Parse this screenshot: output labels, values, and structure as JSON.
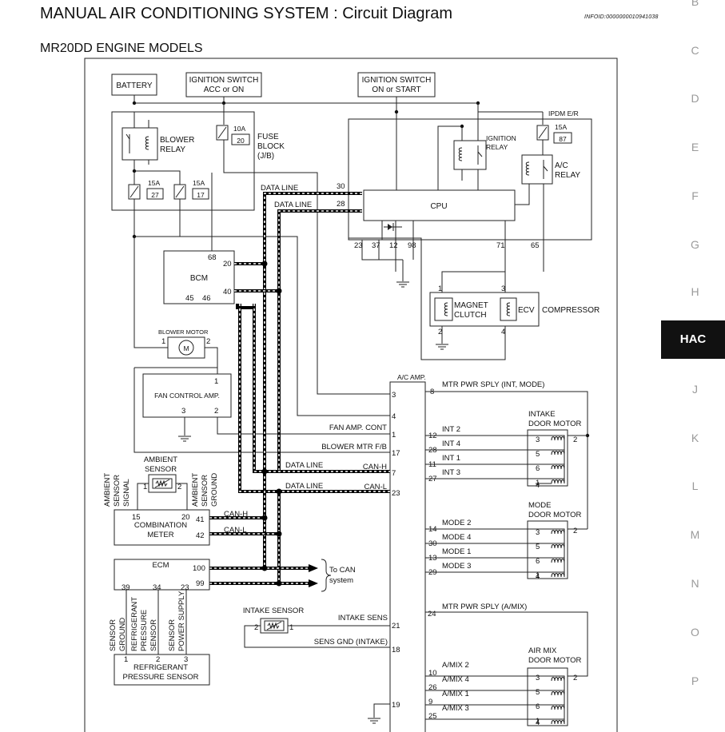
{
  "header": {
    "title": "MANUAL AIR CONDITIONING SYSTEM : Circuit Diagram",
    "infoid": "INFOID:0000000010941038",
    "subtitle": "MR20DD ENGINE MODELS"
  },
  "section_index": [
    {
      "label": "B"
    },
    {
      "label": "C"
    },
    {
      "label": "D"
    },
    {
      "label": "E"
    },
    {
      "label": "F"
    },
    {
      "label": "G"
    },
    {
      "label": "H"
    },
    {
      "label": "HAC"
    },
    {
      "label": "J"
    },
    {
      "label": "K"
    },
    {
      "label": "L"
    },
    {
      "label": "M"
    },
    {
      "label": "N"
    },
    {
      "label": "O"
    },
    {
      "label": "P"
    }
  ],
  "active_section": "HAC",
  "diagram": {
    "battery": "BATTERY",
    "ign_acc_1": "IGNITION SWITCH",
    "ign_acc_2": "ACC or ON",
    "ign_start_1": "IGNITION SWITCH",
    "ign_start_2": "ON or START",
    "blower_relay_1": "BLOWER",
    "blower_relay_2": "RELAY",
    "fuse_10a": "10A",
    "fuse_20": "20",
    "fuse_block_1": "FUSE",
    "fuse_block_2": "BLOCK",
    "fuse_block_3": "(J/B)",
    "fuse_15a_a": "15A",
    "fuse_27": "27",
    "fuse_15a_b": "15A",
    "fuse_17": "17",
    "ipdm": "IPDM E/R",
    "fuse_15a_c": "15A",
    "fuse_87": "87",
    "ign_relay_1": "IGNITION",
    "ign_relay_2": "RELAY",
    "ac_relay_1": "A/C",
    "ac_relay_2": "RELAY",
    "cpu": "CPU",
    "data_line_1": "DATA LINE",
    "data_line_2": "DATA LINE",
    "pin_30": "30",
    "pin_28": "28",
    "ipdm_pins": [
      "23",
      "37",
      "12",
      "98",
      "71",
      "65"
    ],
    "bcm": "BCM",
    "bcm_pin_68": "68",
    "bcm_pin_20": "20",
    "bcm_pin_40": "40",
    "bcm_pin_45": "45",
    "bcm_pin_46": "46",
    "magnet_1": "MAGNET",
    "magnet_2": "CLUTCH",
    "ecv": "ECV",
    "compressor": "COMPRESSOR",
    "comp_pin_1": "1",
    "comp_pin_3": "3",
    "comp_pin_2": "2",
    "comp_pin_4": "4",
    "blower_motor": "BLOWER MOTOR",
    "bm_pin_1": "1",
    "bm_pin_2": "2",
    "fan_amp": "FAN CONTROL AMP.",
    "fan_pin_1": "1",
    "fan_pin_3": "3",
    "fan_pin_2": "2",
    "ac_amp": "A/C AMP.",
    "amp_left": [
      {
        "label": "",
        "pin": "3"
      },
      {
        "label": "",
        "pin": "4"
      },
      {
        "label": "FAN AMP. CONT",
        "pin": "1"
      },
      {
        "label": "BLOWER MTR F/B",
        "pin": "17"
      },
      {
        "label": "CAN-H",
        "pin": "7"
      },
      {
        "label": "CAN-L",
        "pin": "23"
      }
    ],
    "data_line_h": "DATA LINE",
    "data_line_l": "DATA LINE",
    "mtr_pwr": "MTR PWR SPLY (INT, MODE)",
    "mtr_pwr_pin": "8",
    "intake_door_1": "INTAKE",
    "intake_door_2": "DOOR MOTOR",
    "int_rows": [
      {
        "label": "INT 2",
        "pin": "12",
        "mpin": "3"
      },
      {
        "label": "INT 4",
        "pin": "28",
        "mpin": "5"
      },
      {
        "label": "INT 1",
        "pin": "11",
        "mpin": "6"
      },
      {
        "label": "INT 3",
        "pin": "27",
        "mpin": "1"
      }
    ],
    "int_pin_4": "4",
    "int_pin_2": "2",
    "mode_door_1": "MODE",
    "mode_door_2": "DOOR MOTOR",
    "mode_rows": [
      {
        "label": "MODE 2",
        "pin": "14",
        "mpin": "3"
      },
      {
        "label": "MODE 4",
        "pin": "30",
        "mpin": "5"
      },
      {
        "label": "MODE 1",
        "pin": "13",
        "mpin": "6"
      },
      {
        "label": "MODE 3",
        "pin": "29",
        "mpin": "1"
      }
    ],
    "mode_pin_4": "4",
    "mode_pin_2": "2",
    "mtr_amix": "MTR PWR SPLY (A/MIX)",
    "mtr_amix_pin": "24",
    "airmix_1": "AIR MIX",
    "airmix_2": "DOOR MOTOR",
    "amix_rows": [
      {
        "label": "A/MIX 2",
        "pin": "10",
        "mpin": "3"
      },
      {
        "label": "A/MIX 4",
        "pin": "26",
        "mpin": "5"
      },
      {
        "label": "A/MIX 1",
        "pin": "9",
        "mpin": "6"
      },
      {
        "label": "A/MIX 3",
        "pin": "25",
        "mpin": "1"
      }
    ],
    "amix_pin_4": "4",
    "amix_pin_2": "2",
    "ambient_1": "AMBIENT",
    "ambient_2": "SENSOR",
    "amb_pin_1": "1",
    "amb_pin_2": "2",
    "amb_signal": [
      "AMBIENT",
      "SENSOR",
      "SIGNAL"
    ],
    "amb_ground": [
      "AMBIENT",
      "SENSOR",
      "GROUND"
    ],
    "combo_1": "COMBINATION",
    "combo_2": "METER",
    "combo_pins": [
      "15",
      "20",
      "41",
      "42"
    ],
    "can_h": "CAN-H",
    "can_l": "CAN-L",
    "ecm": "ECM",
    "ecm_pins": [
      "100",
      "99",
      "39",
      "34",
      "23"
    ],
    "to_can_1": "To CAN",
    "to_can_2": "system",
    "ecm_labels": [
      [
        "SENSOR",
        "GROUND"
      ],
      [
        "REFRIGERANT",
        "PRESSURE",
        "SENSOR"
      ],
      [
        "SENSOR",
        "POWER SUPPLY"
      ]
    ],
    "ref_pins": [
      "1",
      "2",
      "3"
    ],
    "ref_1": "REFRIGERANT",
    "ref_2": "PRESSURE SENSOR",
    "intake_sensor": "INTAKE SENSOR",
    "is_pin_2": "2",
    "is_pin_1": "1",
    "intake_sens": "INTAKE SENS",
    "intake_sens_pin": "21",
    "sens_gnd": "SENS GND (INTAKE)",
    "sens_gnd_pin": "18",
    "gnd_pin": "19"
  }
}
